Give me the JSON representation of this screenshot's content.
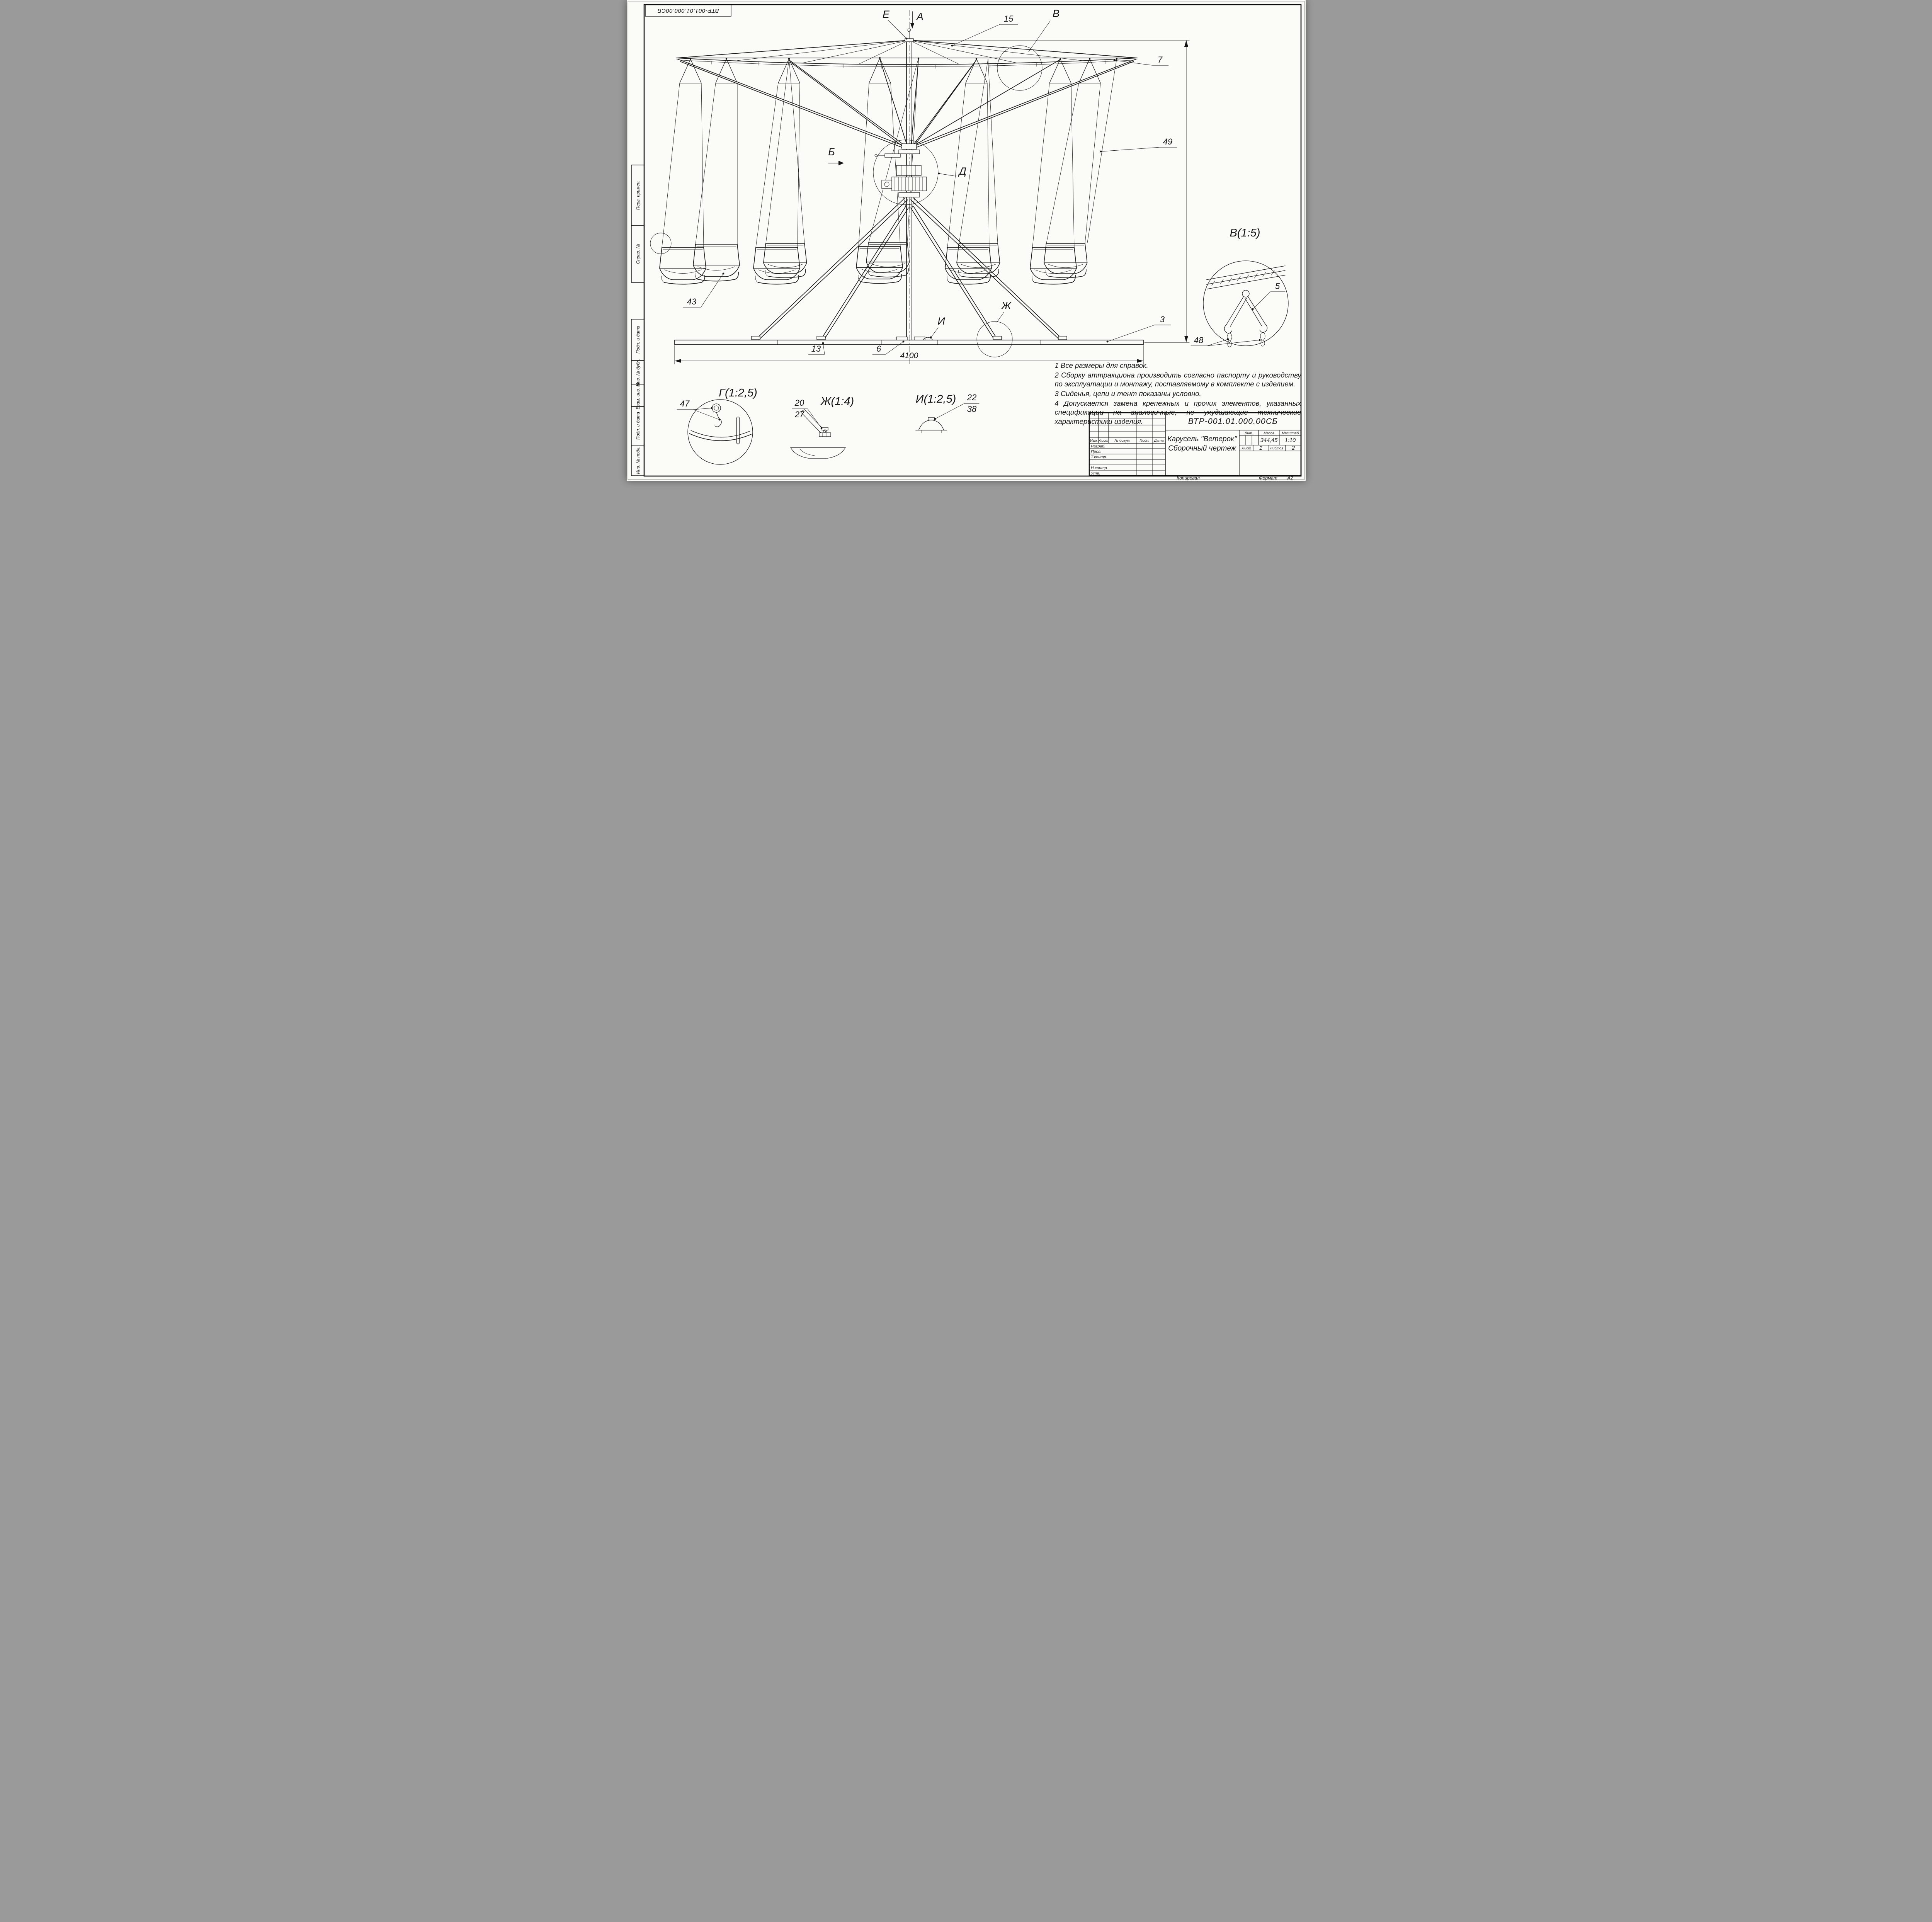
{
  "sheet": {
    "doc_number_top_stamp": "ВТР-001.01.000.00СБ",
    "margin_labels": [
      "Перв. примен.",
      "Справ. №",
      "Подп. и дата",
      "Инв. № дубл.",
      "Взам. инв. №",
      "Подп. и дата",
      "Инв. № подл."
    ],
    "footer": {
      "copied": "Копировал",
      "format_label": "Формат",
      "format_value": "А2"
    }
  },
  "drawing": {
    "callouts": {
      "e": "Е",
      "a": "А",
      "b": "В",
      "b_view": "Б",
      "d": "Д",
      "zh": "Ж",
      "i": "И",
      "n15": "15",
      "n7": "7",
      "n49": "49",
      "n43": "43",
      "n13": "13",
      "n6": "6",
      "n3": "3",
      "n5": "5",
      "n48": "48",
      "n47": "47",
      "n20": "20",
      "n27": "27",
      "n22": "22",
      "n38": "38"
    },
    "dimensions": {
      "base_width": "4100"
    },
    "detail_titles": {
      "b": "В(1:5)",
      "g": "Г(1:2,5)",
      "zh": "Ж(1:4)",
      "i": "И(1:2,5)"
    }
  },
  "notes": [
    "1 Все размеры для справок.",
    "2 Сборку аттракциона производить согласно паспорту и руководству по эксплуатации и монтажу, поставляемому в комплекте с изделием.",
    "3 Сиденья, цепи и тент показаны условно.",
    "4 Допускается замена крепежных и прочих элементов, указанных спецификации на аналогичные, не ухудшающие технические характеристики изделия."
  ],
  "title_block": {
    "doc_number": "ВТР-001.01.000.00СБ",
    "product_name": "Карусель \"Ветерок\"",
    "doc_type": "Сборочный чертеж",
    "columns": {
      "izm": "Изм.",
      "list": "Лист",
      "n_doc": "№ докум.",
      "podp": "Подп.",
      "data": "Дата"
    },
    "rows": {
      "razrab": "Разраб.",
      "prov": "Пров.",
      "t_kontr": "Т.контр.",
      "n_kontr": "Н.контр.",
      "utv": "Утв."
    },
    "lit_label": "Лит.",
    "mass_label": "Масса",
    "scale_label": "Масштаб",
    "mass_value": "344,45",
    "scale_value": "1:10",
    "sheet_label": "Лист",
    "sheet_value": "1",
    "sheets_label": "Листов",
    "sheets_value": "2"
  }
}
